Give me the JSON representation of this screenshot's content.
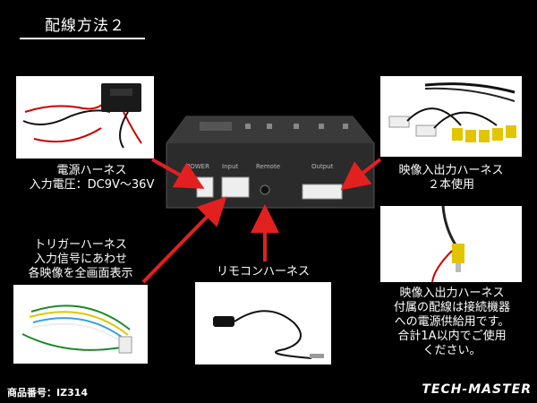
{
  "title": "配線方法２",
  "labels": {
    "power": [
      "電源ハーネス",
      "入力電圧：DC9V～36V"
    ],
    "av": [
      "映像入出力ハーネス",
      "２本使用"
    ],
    "trigger": [
      "トリガーハーネス",
      "入力信号にあわせ",
      "各映像を全画面表示"
    ],
    "remote": [
      "リモコンハーネス"
    ],
    "av_power": [
      "映像入出力ハーネス",
      "付属の配線は接続機器",
      "への電源供給用です。",
      "合計1A以内でご使用",
      "ください。"
    ]
  },
  "product_number": "商品番号：IZ314",
  "brand": "TECH-MASTER",
  "device_markings": [
    "POWER",
    "Input",
    "Output",
    "Remote"
  ],
  "colors": {
    "arrow": "#e32020",
    "background": "#000000",
    "device": "#2b2b2b"
  }
}
